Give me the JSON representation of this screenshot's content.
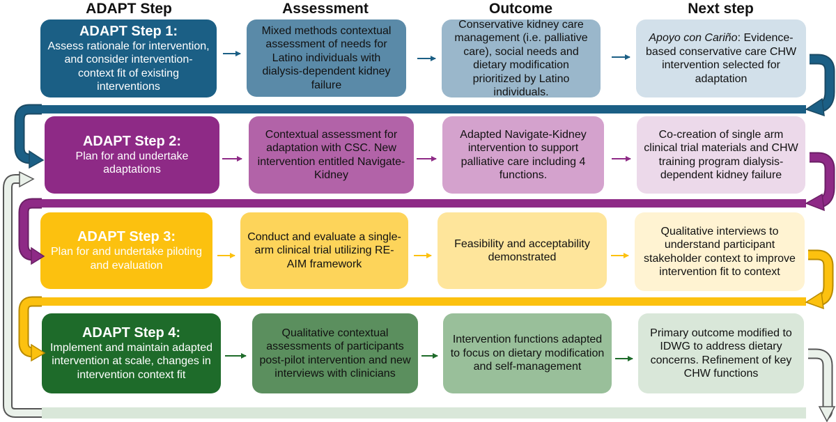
{
  "headers": [
    "ADAPT Step",
    "Assessment",
    "Outcome",
    "Next step"
  ],
  "rows": [
    {
      "step": {
        "title": "ADAPT Step 1:",
        "text": "Assess rationale for intervention, and consider intervention-context fit of existing interventions"
      },
      "assessment": "Mixed methods contextual assessment of needs for Latino individuals with dialysis-dependent kidney failure",
      "outcome": "Conservative kidney care management (i.e. palliative care), social needs and dietary modification prioritized by Latino individuals.",
      "next": {
        "italic": "Apoyo con Cariño",
        "text": ": Evidence-based conservative care CHW intervention selected for adaptation"
      },
      "colors": {
        "step": "#1b5f85",
        "assessment": "#5a8aa8",
        "outcome": "#9ab7cb",
        "next": "#d2e0ea",
        "band": "#1b5f85"
      }
    },
    {
      "step": {
        "title": "ADAPT Step 2:",
        "text": "Plan for and undertake adaptations"
      },
      "assessment": "Contextual  assessment for adaptation with CSC. New intervention entitled Navigate-Kidney",
      "outcome": "Adapted Navigate-Kidney intervention to support palliative care including 4 functions.",
      "next": {
        "italic": "",
        "text": "Co-creation of single arm clinical trial materials and CHW training program dialysis-dependent kidney failure"
      },
      "colors": {
        "step": "#8e2a86",
        "assessment": "#b263a8",
        "outcome": "#d4a2cd",
        "next": "#ecd9ea",
        "band": "#8e2a86"
      }
    },
    {
      "step": {
        "title": "ADAPT Step 3:",
        "text": "Plan for and undertake piloting and evaluation"
      },
      "assessment": "Conduct and evaluate a single-arm clinical trial utilizing RE-AIM framework",
      "outcome": "Feasibility and acceptability demonstrated",
      "next": {
        "italic": "",
        "text": "Qualitative interviews to understand participant stakeholder context to improve intervention fit to context"
      },
      "colors": {
        "step": "#fcc10f",
        "assessment": "#fdd45a",
        "outcome": "#fee59b",
        "next": "#fff3d2",
        "band": "#fcc10f"
      }
    },
    {
      "step": {
        "title": "ADAPT Step 4:",
        "text": "Implement and maintain adapted intervention at scale, changes in intervention context fit"
      },
      "assessment": "Qualitative contextual assessments of participants post-pilot intervention and new interviews with clinicians",
      "outcome": "Intervention functions adapted to focus on dietary modification and self-management",
      "next": {
        "italic": "",
        "text": "Primary outcome modified to IDWG to address dietary concerns. Refinement of key CHW functions"
      },
      "colors": {
        "step": "#1e6b2a",
        "assessment": "#5b8f5e",
        "outcome": "#99bf9a",
        "next": "#d9e7d9",
        "band": "#d9e7d9"
      }
    }
  ]
}
